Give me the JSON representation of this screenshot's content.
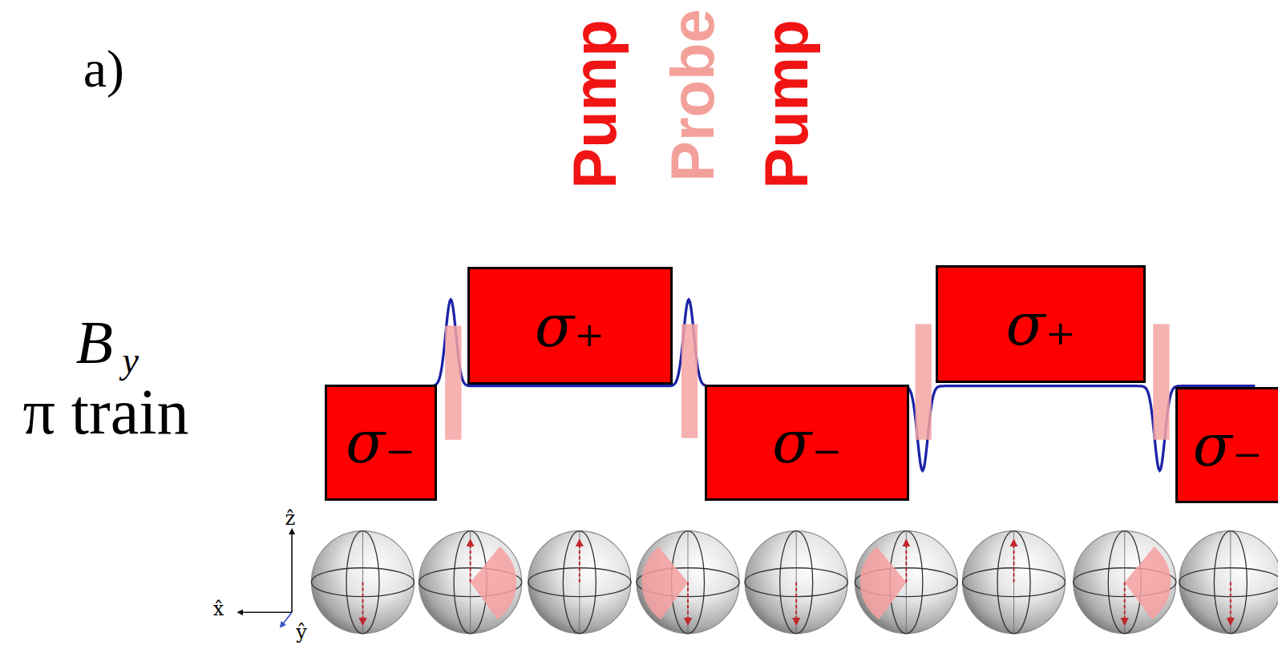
{
  "diagram": {
    "nodes": [
      {
        "text": [
          "σ₋"
        ]
      },
      {
        "text": [
          "σ₊"
        ]
      },
      {
        "text": [
          "σ₋"
        ]
      },
      {
        "text": [
          "σ₊"
        ]
      },
      {
        "text": [
          "σ₋"
        ]
      }
    ],
    "labels": [
      "a)",
      "Pump",
      "Probe",
      "Pump",
      "B",
      "y",
      "π train",
      "ẑ",
      "x̂",
      "ŷ"
    ]
  }
}
